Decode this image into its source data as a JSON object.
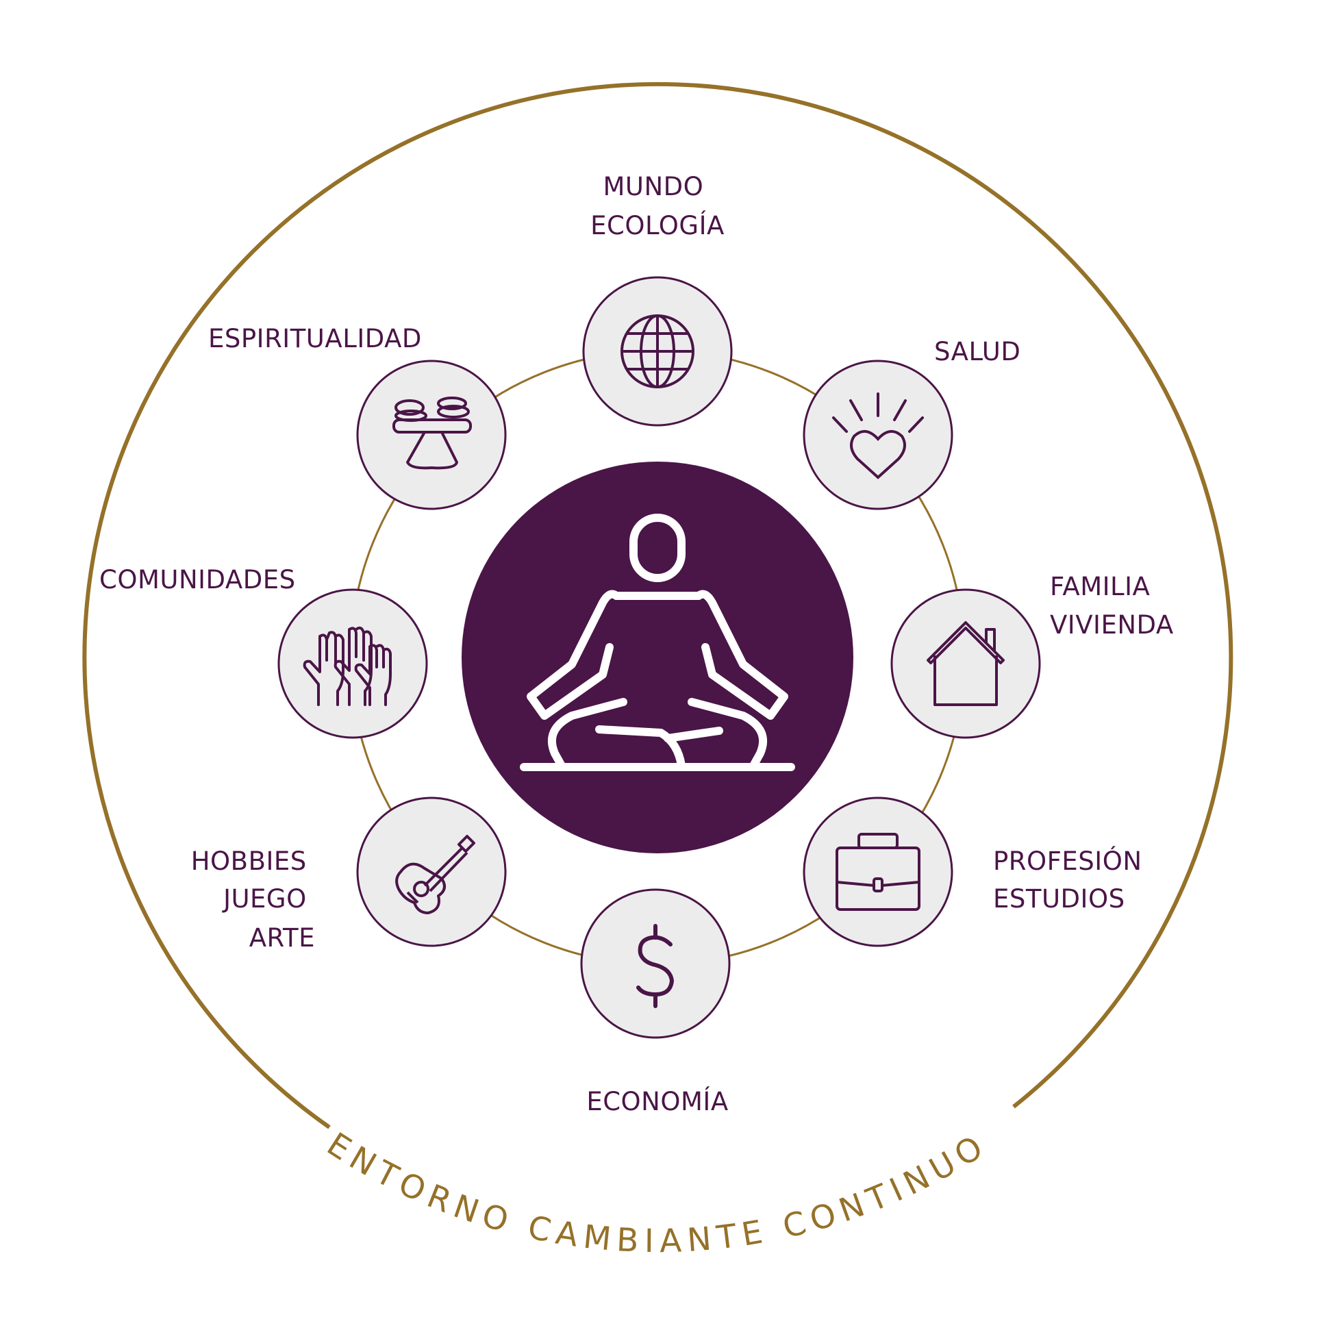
{
  "colors": {
    "purple": "#4a1547",
    "gold": "#957129",
    "node_fill": "#ececec"
  },
  "environment_label": "ENTORNO CAMBIANTE CONTINUO",
  "center": {
    "icon": "meditating-person-icon"
  },
  "areas": {
    "mundo": {
      "lines": [
        "MUNDO",
        "ECOLOGÍA"
      ],
      "icon": "globe-icon"
    },
    "salud": {
      "lines": [
        "SALUD"
      ],
      "icon": "heart-icon"
    },
    "familia": {
      "lines": [
        "FAMILIA",
        "VIVIENDA"
      ],
      "icon": "house-icon"
    },
    "profesion": {
      "lines": [
        "PROFESIÓN",
        "ESTUDIOS"
      ],
      "icon": "briefcase-icon"
    },
    "economia": {
      "lines": [
        "ECONOMÍA"
      ],
      "icon": "dollar-icon"
    },
    "hobbies": {
      "lines": [
        "HOBBIES",
        "JUEGO",
        "ARTE"
      ],
      "icon": "guitar-icon"
    },
    "comunidades": {
      "lines": [
        "COMUNIDADES"
      ],
      "icon": "raised-hands-icon"
    },
    "espiritualidad": {
      "lines": [
        "ESPIRITUALIDAD"
      ],
      "icon": "stacked-stones-icon"
    }
  }
}
